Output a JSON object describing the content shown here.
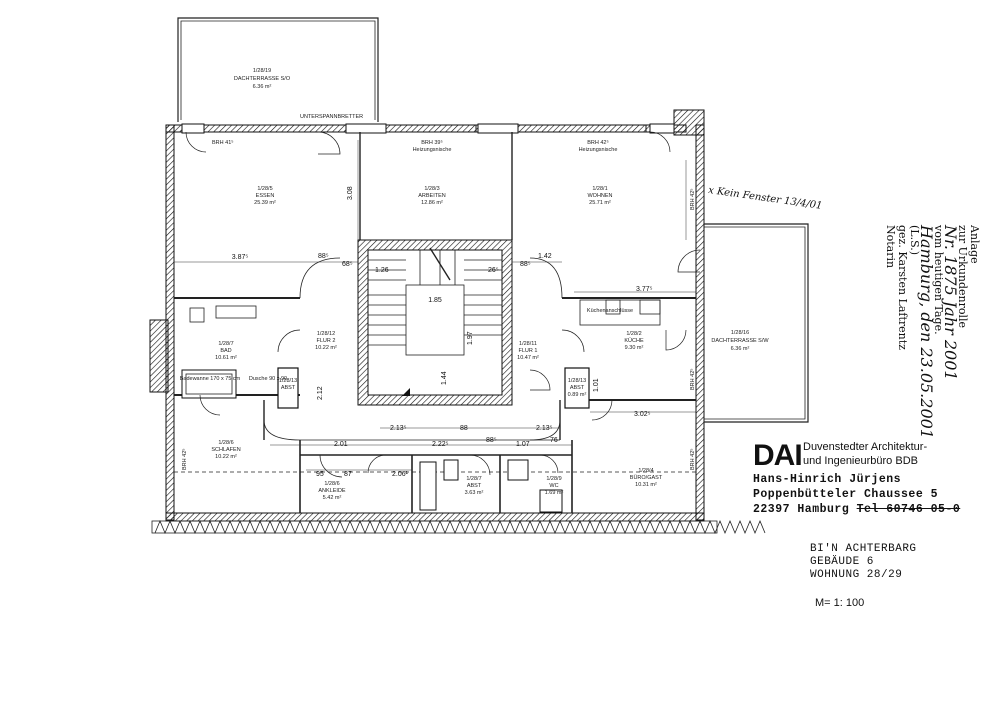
{
  "rooms": [
    {
      "id": "dachterrasse-top",
      "ref": "1/28/19",
      "name": "DACHTERRASSE S/O",
      "area": "6.36 m²"
    },
    {
      "id": "essen",
      "ref": "1/28/5",
      "name": "ESSEN",
      "area": "25.39 m²",
      "brh": "BRH 41⁵"
    },
    {
      "id": "arbeiten",
      "ref": "1/28/3",
      "name": "ARBEITEN",
      "area": "12.86 m²",
      "brh": "BRH 39⁵",
      "note": "Heizungsnische"
    },
    {
      "id": "wohnen",
      "ref": "1/28/1",
      "name": "WOHNEN",
      "area": "25.71 m²",
      "brh": "BRH 42⁵",
      "note": "Heizungsnische"
    },
    {
      "id": "bad",
      "ref": "1/28/7",
      "name": "BAD",
      "area": "10.61 m²"
    },
    {
      "id": "flur2",
      "ref": "1/28/12",
      "name": "FLUR 2",
      "area": "10.22 m²"
    },
    {
      "id": "flur1",
      "ref": "1/28/11",
      "name": "FLUR 1",
      "area": "10.47 m²"
    },
    {
      "id": "kueche",
      "ref": "1/28/2",
      "name": "KÜCHE",
      "area": "9.30 m²",
      "note": "Küchenanschlüsse"
    },
    {
      "id": "dachterrasse-right",
      "ref": "1/28/16",
      "name": "DACHTERRASSE S/W",
      "area": "6.36 m²"
    },
    {
      "id": "abst-l",
      "ref": "1/28/13",
      "name": "ABST",
      "area": "0.89 m²"
    },
    {
      "id": "abst-r",
      "ref": "1/28/13",
      "name": "ABST",
      "area": ""
    },
    {
      "id": "schlafen",
      "ref": "1/28/6",
      "name": "SCHLAFEN",
      "area": "10.22 m²",
      "brh": "BRH 42⁵"
    },
    {
      "id": "abst-c",
      "ref": "1/28/7",
      "name": "ABST",
      "area": "3.63 m²"
    },
    {
      "id": "wc",
      "ref": "1/28/9",
      "name": "WC",
      "area": "1.69 m²"
    },
    {
      "id": "ankleide",
      "ref": "1/28/6",
      "name": "ANKLEIDE",
      "area": "5.42 m²"
    },
    {
      "id": "buero",
      "ref": "1/28/4",
      "name": "BÜRO/GAST",
      "area": "10.31 m²",
      "brh": "BRH 42⁵"
    }
  ],
  "dimensions": [
    "3.87⁵",
    "88⁵",
    "68⁵",
    "1.26",
    "1.85",
    "1.42",
    "88⁵",
    "26⁵",
    "2.01",
    "2.13⁵",
    "2.22⁵",
    "88⁵",
    "76",
    "3.77⁵",
    "3.02⁵",
    "1.07",
    "95",
    "87",
    "88",
    "2.13⁵",
    "2.06¹",
    "1.97",
    "1.44",
    "3.08",
    "1.01",
    "2.12"
  ],
  "labels": {
    "bathtub": "Badewanne 170 x 75 cm",
    "shower": "Dusche 90 x 90",
    "window_note": "UNTERSPANNBRETTER",
    "vertical_heights": [
      "BRH 42⁵",
      "BRH 42⁵",
      "BRH 42⁵",
      "BRH 42⁵"
    ]
  },
  "note": {
    "text": "x Kein Fenster 13/4/01"
  },
  "stamp": {
    "lines": [
      "Anlage",
      "zur Urkundenrolle",
      "Nr. 1875 Jahr 2001",
      "vom heutigen Tage.",
      "Hamburg, den 23.05.2001",
      "(L.S.)",
      "gez. Karsten Laftrentz",
      "Notarin"
    ]
  },
  "title_block": {
    "logo": "DAI",
    "firm_line1": "Duvenstedter Architektur-",
    "firm_line2": "und Ingenieurbüro BDB",
    "person": "Hans-Hinrich Jürjens",
    "street": "Poppenbütteler Chaussee 5",
    "city": "22397 Hamburg",
    "tel": "Tel 60746 05-0"
  },
  "project": {
    "line1": "BI'N ACHTERBARG",
    "line2": "GEBÄUDE 6",
    "line3": "WOHNUNG 28/29"
  },
  "scale": "M= 1: 100"
}
